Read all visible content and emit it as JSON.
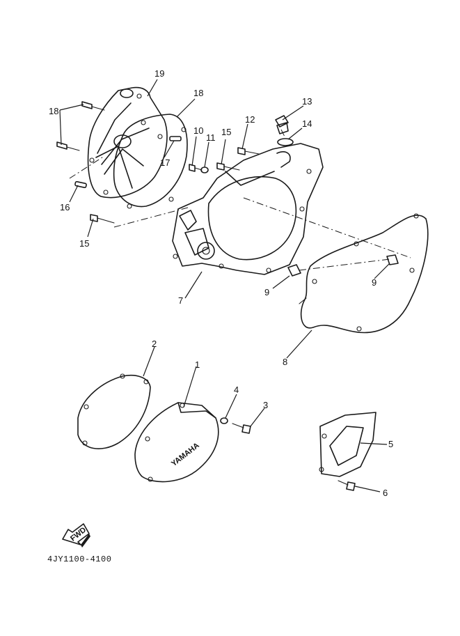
{
  "diagram": {
    "catalog_code": "4JY1100-4100",
    "brand_mark": "YAMAHA",
    "direction_mark": "FWD",
    "callouts": [
      "1",
      "2",
      "3",
      "4",
      "5",
      "6",
      "7",
      "8",
      "9",
      "9",
      "10",
      "11",
      "12",
      "13",
      "14",
      "15",
      "15",
      "16",
      "17",
      "18",
      "18",
      "19"
    ]
  }
}
